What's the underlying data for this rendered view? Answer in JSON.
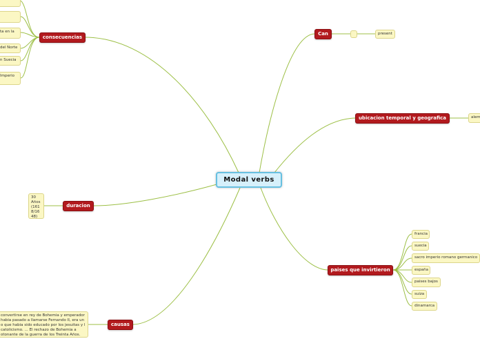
{
  "central": {
    "label": "Modal verbs"
  },
  "branches": {
    "consecuencias": {
      "label": "consecuencias"
    },
    "can": {
      "label": "Can"
    },
    "ubicacion": {
      "label": "ubicacion temporal y geografica"
    },
    "duracion": {
      "label": "duracion"
    },
    "paises": {
      "label": "paises que invirtieron"
    },
    "causas": {
      "label": "causas"
    }
  },
  "consecuencias_items": [
    "",
    "",
    "ta en la",
    "del Norte",
    "n Suecia",
    "Imperio"
  ],
  "can_items": [
    "",
    "present"
  ],
  "ubicacion_items": [
    "alem"
  ],
  "duracion_items": [
    "30\nAños\n(161\n8/16\n48)"
  ],
  "paises_items": [
    "francia",
    "suecia",
    "sacro imperio romano germanico",
    "españa",
    "paises bajos",
    "suiza",
    "dinamarca"
  ],
  "causas_text": "convertirse en rey de Bohemia y emperador habia pasado a llamarse Fernando II, era un o que habia sido educado por los jesuitas y l catolicismo. ... El rechazo de Bohemia a otonante de la guerra de los Treinta Años.",
  "colors": {
    "link": "#9cbf45",
    "main_fill": "#b21a1e",
    "leaf_fill": "#fbf7c4",
    "central_fill": "#d6f0fb"
  }
}
